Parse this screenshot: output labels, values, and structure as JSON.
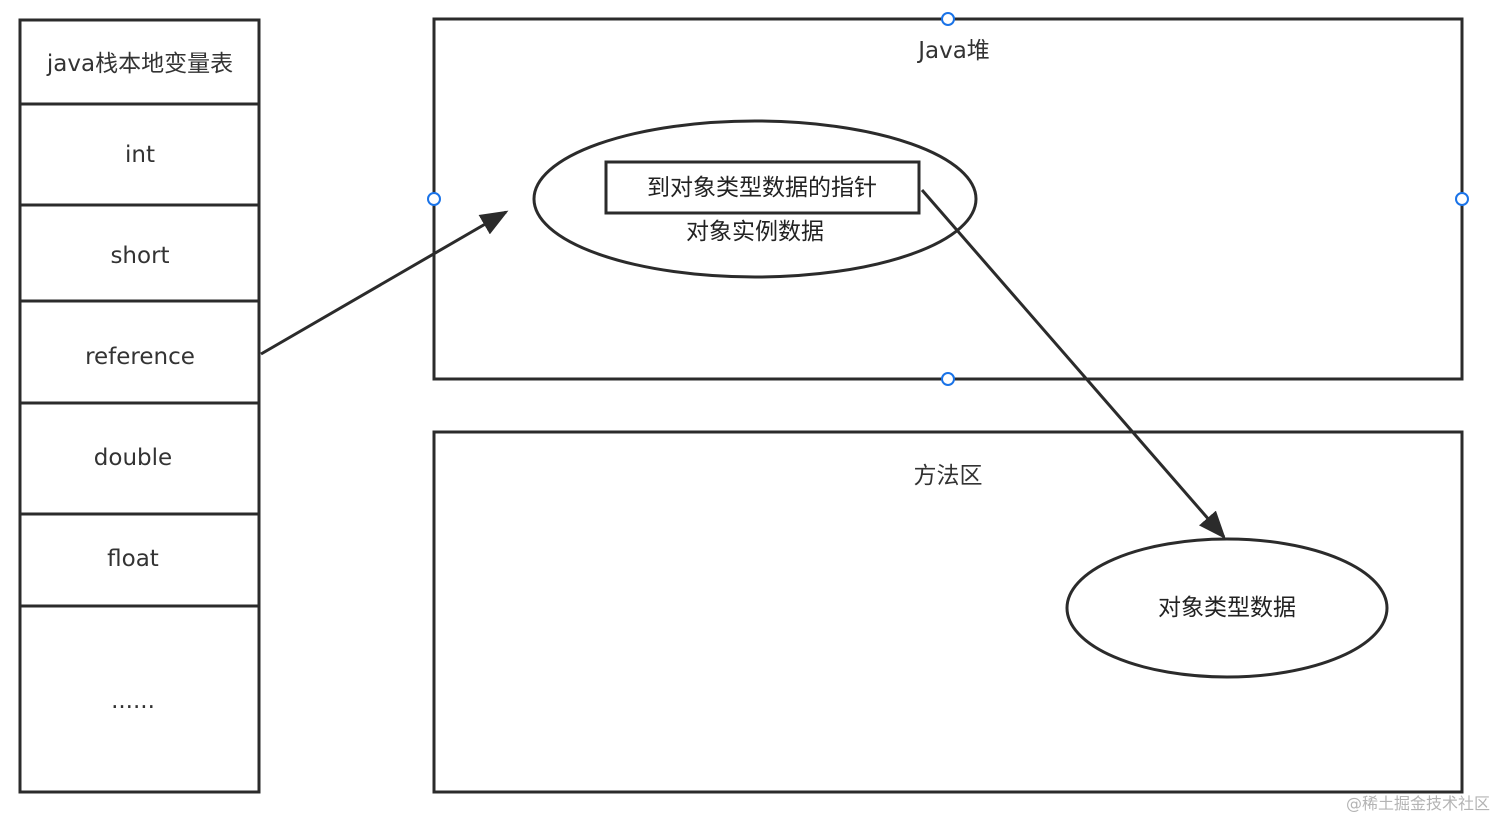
{
  "stack": {
    "title": "java栈本地变量表",
    "cells": [
      "int",
      "short",
      "reference",
      "double",
      "float",
      "......"
    ]
  },
  "heap": {
    "title": "Java堆",
    "object_pointer_label": "到对象类型数据的指针",
    "object_instance_label": "对象实例数据"
  },
  "method_area": {
    "title": "方法区",
    "type_data_label": "对象类型数据"
  },
  "watermark": "@稀土掘金技术社区",
  "colors": {
    "stroke": "#2b2b2b",
    "text": "#333333",
    "selection_handle": "#1a73e8",
    "watermark": "#b4b4b4"
  }
}
